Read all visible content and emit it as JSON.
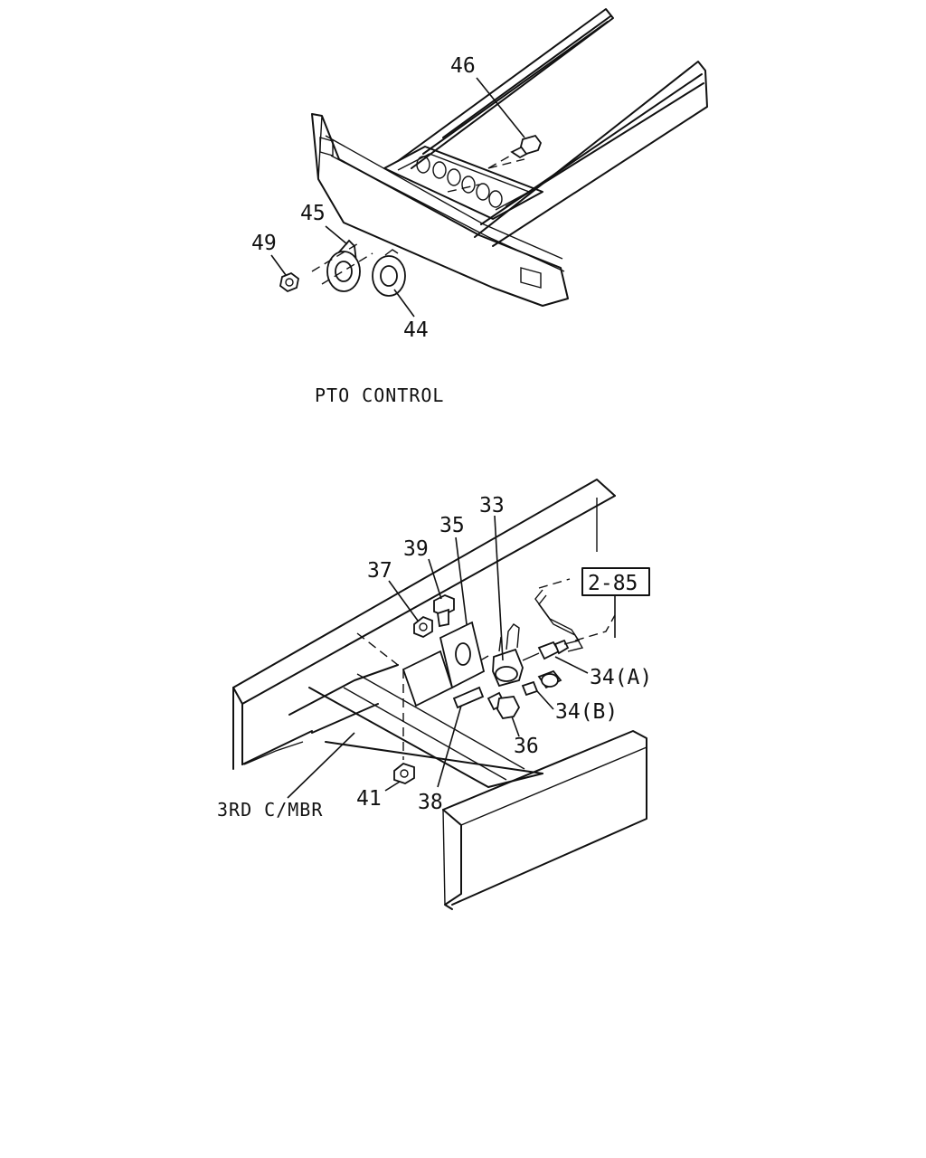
{
  "section_caption": "PTO CONTROL",
  "reference_box": "2-85",
  "member_label": "3RD C/MBR",
  "upper_callouts": [
    "46",
    "45",
    "49",
    "44"
  ],
  "lower_callouts": [
    "33",
    "35",
    "39",
    "37",
    "34(A)",
    "34(B)",
    "36",
    "41",
    "38"
  ]
}
